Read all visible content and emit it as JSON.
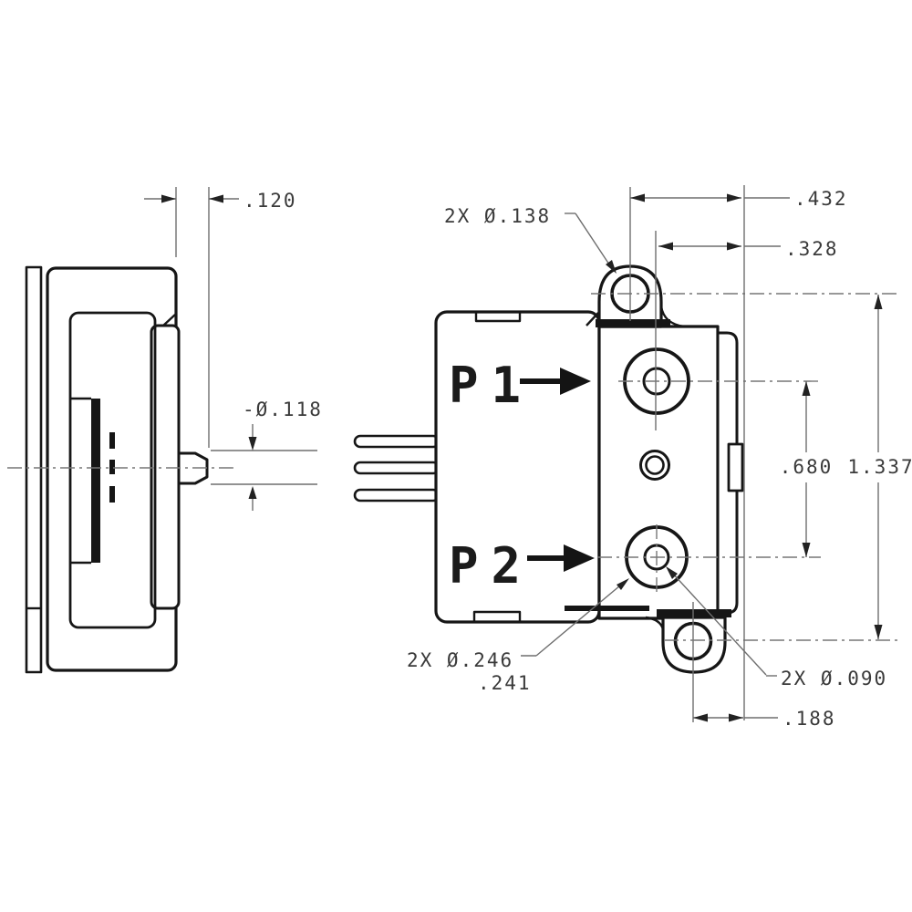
{
  "drawing": {
    "title": "pressure-sensor-outline-drawing",
    "ports": {
      "p1": "P1",
      "p2": "P2"
    },
    "dimensions": {
      "nipple_protrusion": ".120",
      "mount_hole_dia": "2X Ø.138",
      "hole_center_to_edge": ".432",
      "port_center_to_edge": ".328",
      "nipple_dia": "-Ø.118",
      "port_center_spacing": ".680",
      "mount_hole_spacing": "1.337",
      "port_hole_dia_max": "2X Ø.246",
      "port_hole_dia_min": ".241",
      "small_hole_dia": "2X Ø.090",
      "bottom_hole_to_edge": ".188"
    },
    "colors": {
      "line": "#161616",
      "thin_line": "#6e6e6e",
      "text": "#3a3a3a",
      "background": "#ffffff"
    }
  }
}
